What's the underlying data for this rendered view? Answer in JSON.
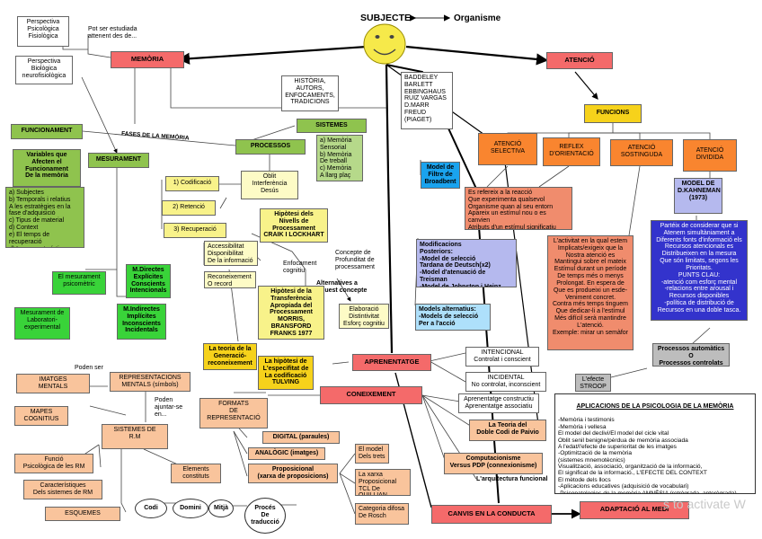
{
  "title": "SUBJECTE",
  "organisme": "Organisme",
  "watermark": "s to activate W",
  "left": {
    "persp_psi": "Perspectiva\nPsicològica\nFisiològica",
    "persp_bio": "Perspectiva\nBiològica\nneurofisiològica",
    "note_estudiada": "Pot ser estudiada\nattenent des de...",
    "memoria": "MEMÒRIA",
    "historia": "HISTÒRIA,\nAUTORS,\nENFOCAMENTS,\nTRADICIONS",
    "autors": "BADDELEY\nBARLETT\nEBBINGHAUS\nRUIZ VARGAS\nD.MARR\nFREUD\n(PIAGET)",
    "funcionament": "FUNCIONAMENT",
    "fases": "FASES DE LA MEMÒRIA",
    "sistemes": "SISTEMES",
    "sistemes_list": "a) Memòria\nSensorial\nb) Memòria\nDe treball\nc) Memòria\nA llarg plaç",
    "processos": "PROCESSOS",
    "variables_title": "Variables que\nAfecten el\nFuncionament\nDe la memòria",
    "variables_list": "a) Subjectes\nb) Temporals i relatius\nA les estratègies en la\nfase d'adquisició\nc) Tipus de material\nd) Context\ne) El temps de recuperació\nd) Les característiques de\nla recuperació",
    "mesurament": "MESURAMENT",
    "codificacio": "1) Codificació",
    "retencio": "2) Retenció",
    "recuperacio": "3) Recuperació",
    "oblit": "Oblit\nInterferència\nDesús",
    "hipotesi_nivells": "Hipòtesi dels\nNivells de\nProcessament\nCRAIK I LOCKHART",
    "accessibilitat": "Accessibilitat\nDisponibilitat\nDe la informació",
    "enfocament": "Enfocament\ncognitiu",
    "reconeixement": "Reconeixement\nO record",
    "concepte": "Concepte de\nProfunditat de\nprocessament",
    "alternatives": "Alternatives a\nAquest concepte",
    "elaboracio": "Elaboració\nDistintivitat\nEsforç cognitiu",
    "hipotesi_transf": "Hipòtesi de la\nTransferència\nApropiada del\nProcessament\nMORRIS,\nBRANSFORD\nFRANKS 1977",
    "mes_psicometric": "El mesurament\npsicomètric",
    "mes_lab": "Mesurament de\nLaboratori-\nexperimental",
    "directes": "M.Directes\nExplícites\nConscients\nIntencionals",
    "indirectes": "M.Indirectes\nImplícites\nInconscients\nIncidentals",
    "teoria_gen": "La teoria de la\nGeneració-\nreconeixement",
    "hipotesi_esp": "La hipòtesi de\nL'especifitat de\nLa codificació\nTULVING",
    "imatges": "IMATGES\nMENTALS",
    "poden_ser": "Poden ser",
    "representacions": "REPRESENTACIONS\nMENTALS (símbols)",
    "mapes": "MAPES\nCOGNITIUS",
    "poden_ajuntar": "Poden\najuntar-se\nen...",
    "sistemes_rm": "SISTEMES DE\nR.M",
    "funcio_rm": "Funció\nPsicològica de les RM",
    "caracteristiques": "Característiques\nDels sistemes de RM",
    "elements": "Elements\nconstituts",
    "esquemes": "ESQUEMES",
    "formats": "FORMATS\nDE\nREPRESENTACIÓ",
    "digital": "DIGITAL (paraules)",
    "analogic": "ANALÒGIC (imatges)",
    "proposicional": "Proposicional\n(xarxa de proposicions)",
    "model_trets": "El model\nDels trets",
    "xarxa": "La xarxa\nProposicional\nTCL De QUILLIAN",
    "categoria": "Categoria difosa\nDe Rosch",
    "codi": "Codi",
    "domini": "Domini",
    "mitja": "Mitjà",
    "proces_trad": "Procés\nDe\ntraducció"
  },
  "right": {
    "atencio": "ATENCIÓ",
    "funcions": "FUNCIONS",
    "selectiva": "ATENCIÓ\nSELECTIVA",
    "reflex": "REFLEX\nD'ORIENTACIÓ",
    "sostinguda": "ATENCIÓ\nSOSTINGUDA",
    "dividida": "ATENCIÓ\nDIVIDIDA",
    "broadbent": "Model de\nFiltre de\nBroadbent",
    "reflex_desc": "Es refereix a la reacció\nQue experimenta qualsevol\nOrganisme quan al seu entorn\nApareix un estímul nou o es canvien\nAtributs d'un estímul significatiu",
    "kahneman": "MODEL DE\nD.KAHNEMAN\n(1973)",
    "modificacions": "Modificacions\nPosteriors:\n-Model de selecció\nTardana de Deutsch(x2)\n-Model d'atenuació de Treisman\n-Model de Johnston i Heinz",
    "sostinguda_desc": "L'activitat en la qual estem\nImplicats/exigeix que la\nNostra atenció es\nMantingui sobre el mateix\nEstímul durant un període\nDe temps més o menys\nProlongat. En espera de\nQue es produeixi un esde-\nVeniment concret.\nContra més temps tinguem\nQue dedicar-li a l'estímul\nMés difícil serà mantindre\nL'atenció.\nExemple: mirar un semàfor",
    "kahneman_desc": "Partéix de considerar que si\nAtenem simultàniament a\nDiferents fonts d'informació els\nRecursos atencionals es\nDistribueixen en la mesura\nQue són limitats, segons les\nPrioritats.\nPUNTS CLAU:\n-atenció com esforç mental\n-relacions entre arousal i\nRecursos disponibles\n-política de distribució de\nRecursos en una doble tasca.",
    "alternatius": "Models alternatius:\n-Models de selecció\nPer a l'acció",
    "automatics": "Processos automàtics\nO\nProcessos controlats",
    "stroop": "L'efecte\nSTROOP",
    "aprenentatge": "APRENENTATGE",
    "intencional": "INTENCIONAL\nControlat i conscient",
    "incidental": "INCIDENTAL\nNo controlat, inconscient",
    "constructiu": "Aprenentatge constructiu\nAprenentatge associatiu",
    "coneixement": "CONEIXEMENT",
    "paivio": "La Teoria del\nDoble Codi de Paivio",
    "computacionisme": "Computacionisme\nVersus PDP (connexionisme)",
    "arquitectura": "L'arquitectura funcional",
    "canvis": "CANVIS EN LA CONDUCTA",
    "adaptacio": "ADAPTACIÓ AL MEDI",
    "aplicacions_title": "APLICACIONS DE LA PSICOLOGIA DE LA MEMÒRIA",
    "aplicacions_list": "-Memòria i testimonis\n-Memòria i vellesa\nEl model del declivi/El model del cicle vital\nOblit senil benigne/pèrdua de memòria associada\nA l'edat/l'efecte de superioritat de les imatges\n-Optimització de la memòria\n(sistemes mnemotècnics)\nVisualització, associació, organització de la informació,\nEl significat de la informació., L'EFECTE DEL CONTEXT\nEl mètode dels llocs\n-Aplicacions educatives (adquisició de vocabulari)\n-Psicopatologies de la memòria AMNÈSIA (retrògrada, anterògrada)"
  }
}
